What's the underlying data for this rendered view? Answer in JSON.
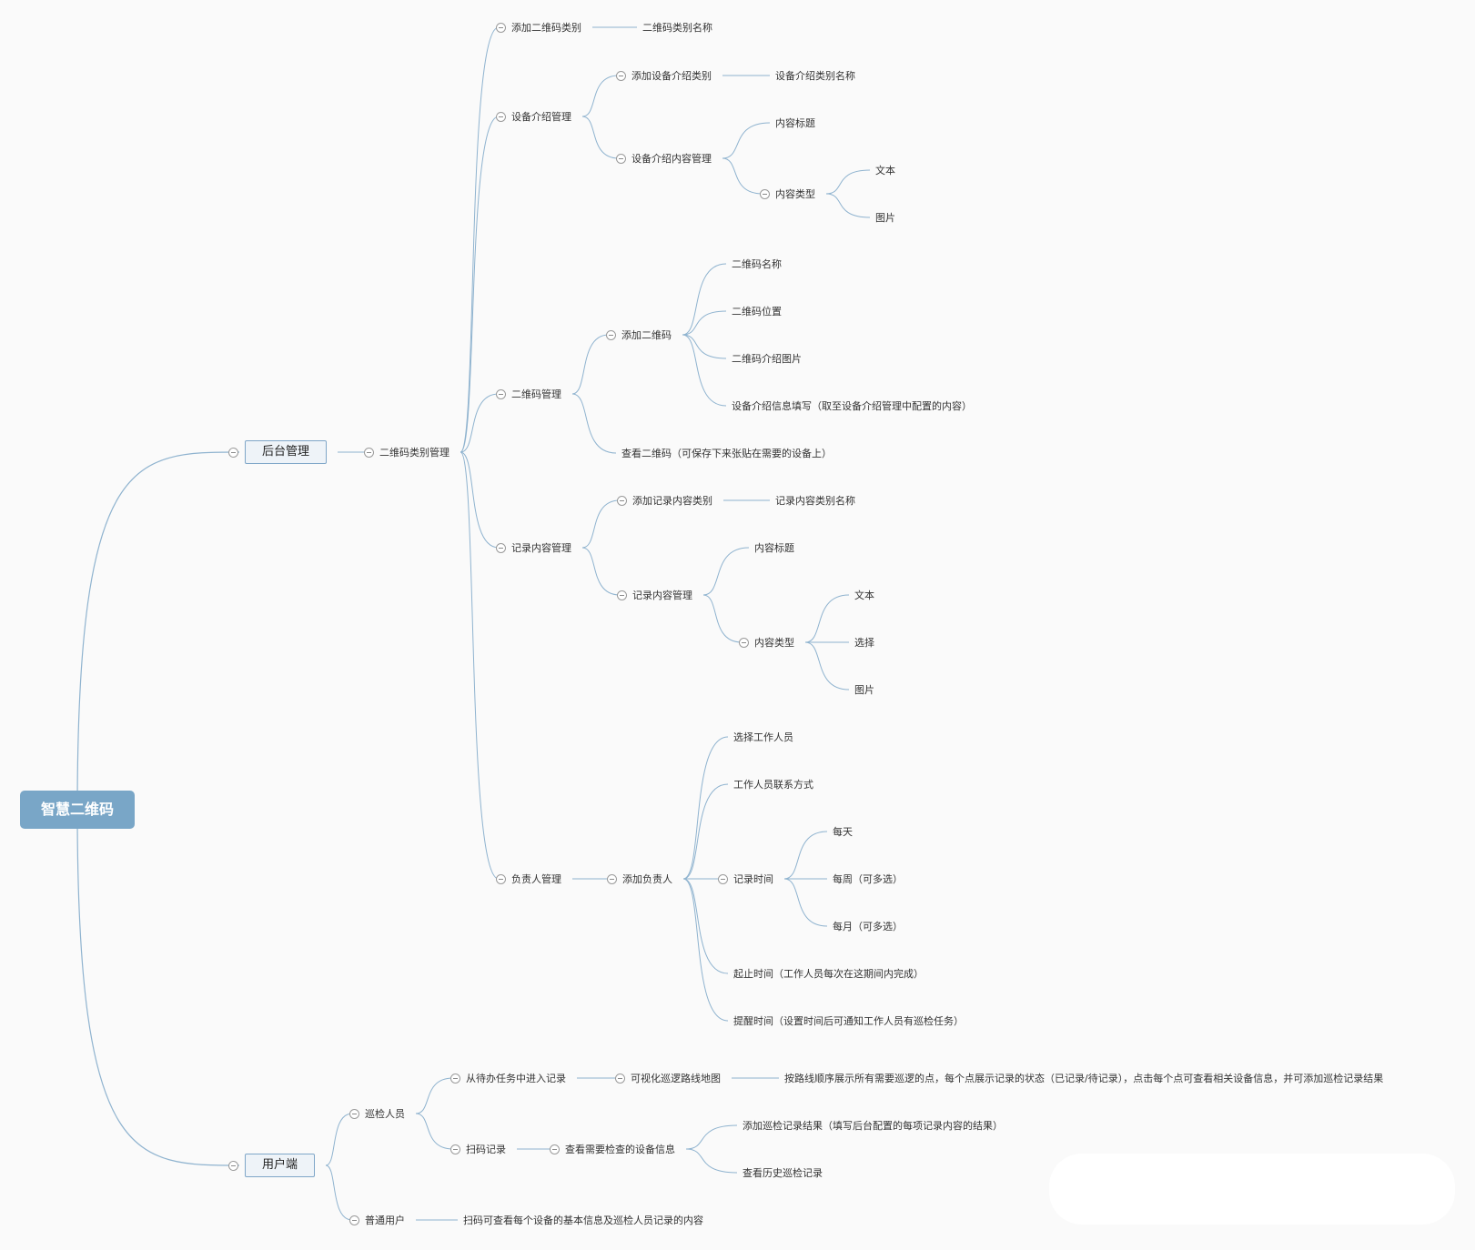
{
  "mindmap": {
    "root": {
      "label": "智慧二维码",
      "children": [
        {
          "label": "后台管理",
          "children": [
            {
              "label": "二维码类别管理",
              "children": [
                {
                  "label": "添加二维码类别",
                  "children": [
                    {
                      "label": "二维码类别名称"
                    }
                  ]
                },
                {
                  "label": "设备介绍管理",
                  "children": [
                    {
                      "label": "添加设备介绍类别",
                      "children": [
                        {
                          "label": "设备介绍类别名称"
                        }
                      ]
                    },
                    {
                      "label": "设备介绍内容管理",
                      "children": [
                        {
                          "label": "内容标题"
                        },
                        {
                          "label": "内容类型",
                          "children": [
                            {
                              "label": "文本"
                            },
                            {
                              "label": "图片"
                            }
                          ]
                        }
                      ]
                    }
                  ]
                },
                {
                  "label": "二维码管理",
                  "children": [
                    {
                      "label": "添加二维码",
                      "children": [
                        {
                          "label": "二维码名称"
                        },
                        {
                          "label": "二维码位置"
                        },
                        {
                          "label": "二维码介绍图片"
                        },
                        {
                          "label": "设备介绍信息填写（取至设备介绍管理中配置的内容）"
                        }
                      ]
                    },
                    {
                      "label": "查看二维码（可保存下来张贴在需要的设备上）"
                    }
                  ]
                },
                {
                  "label": "记录内容管理",
                  "children": [
                    {
                      "label": "添加记录内容类别",
                      "children": [
                        {
                          "label": "记录内容类别名称"
                        }
                      ]
                    },
                    {
                      "label": "记录内容管理",
                      "children": [
                        {
                          "label": "内容标题"
                        },
                        {
                          "label": "内容类型",
                          "children": [
                            {
                              "label": "文本"
                            },
                            {
                              "label": "选择"
                            },
                            {
                              "label": "图片"
                            }
                          ]
                        }
                      ]
                    }
                  ]
                },
                {
                  "label": "负责人管理",
                  "children": [
                    {
                      "label": "添加负责人",
                      "children": [
                        {
                          "label": "选择工作人员"
                        },
                        {
                          "label": "工作人员联系方式"
                        },
                        {
                          "label": "记录时间",
                          "children": [
                            {
                              "label": "每天"
                            },
                            {
                              "label": "每周（可多选）"
                            },
                            {
                              "label": "每月（可多选）"
                            }
                          ]
                        },
                        {
                          "label": "起止时间（工作人员每次在这期间内完成）"
                        },
                        {
                          "label": "提醒时间（设置时间后可通知工作人员有巡检任务）"
                        }
                      ]
                    }
                  ]
                }
              ]
            }
          ]
        },
        {
          "label": "用户端",
          "children": [
            {
              "label": "巡检人员",
              "children": [
                {
                  "label": "从待办任务中进入记录",
                  "children": [
                    {
                      "label": "可视化巡逻路线地图",
                      "children": [
                        {
                          "label": "按路线顺序展示所有需要巡逻的点，每个点展示记录的状态（已记录/待记录），点击每个点可查看相关设备信息，并可添加巡检记录结果"
                        }
                      ]
                    }
                  ]
                },
                {
                  "label": "扫码记录",
                  "children": [
                    {
                      "label": "查看需要检查的设备信息",
                      "children": [
                        {
                          "label": "添加巡检记录结果（填写后台配置的每项记录内容的结果）"
                        },
                        {
                          "label": "查看历史巡检记录"
                        }
                      ]
                    }
                  ]
                }
              ]
            },
            {
              "label": "普通用户",
              "children": [
                {
                  "label": "扫码可查看每个设备的基本信息及巡检人员记录的内容"
                }
              ]
            }
          ]
        }
      ]
    }
  },
  "colors": {
    "link": "#8fb3cf",
    "root_fill": "#79a6c7",
    "box_fill": "#eef3f8",
    "box_border": "#7fa6c8"
  }
}
